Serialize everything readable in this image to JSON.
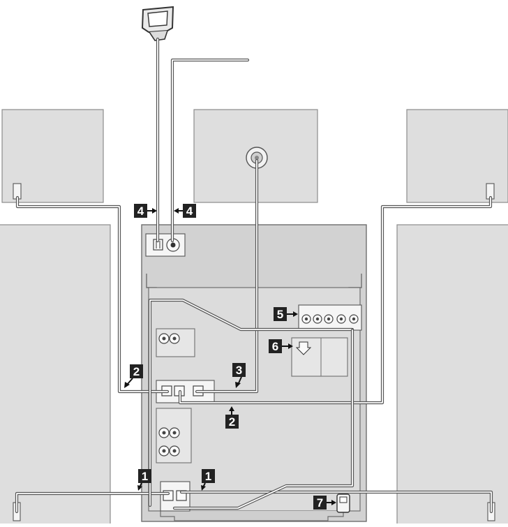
{
  "labels": {
    "callout_1a": "1",
    "callout_1b": "1",
    "callout_2a": "2",
    "callout_2b": "2",
    "callout_3": "3",
    "callout_4a": "4",
    "callout_4b": "4",
    "callout_5": "5",
    "callout_6": "6",
    "callout_7": "7"
  },
  "icons": {
    "am_antenna": "am-loop-antenna-icon",
    "subwoofer_driver": "speaker-driver-icon",
    "power_plug": "power-plug-icon"
  }
}
